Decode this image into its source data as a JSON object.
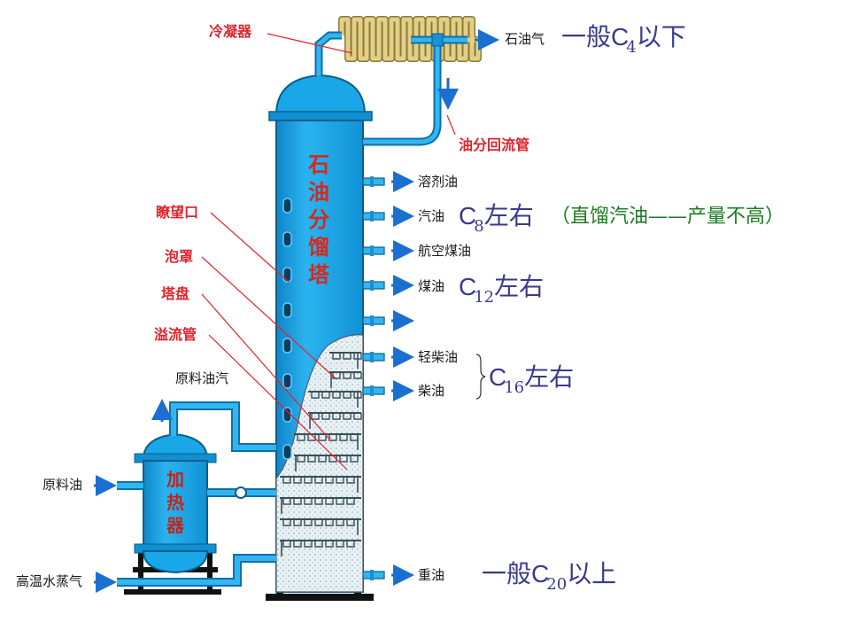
{
  "column": {
    "title_chars": [
      "石",
      "油",
      "分",
      "馏",
      "塔"
    ]
  },
  "heater": {
    "title_chars": [
      "加",
      "热",
      "器"
    ]
  },
  "part_labels": {
    "condenser": "冷凝器",
    "reflux_pipe": "油分回流管",
    "sight_glass": "瞭望口",
    "bubble_cap": "泡罩",
    "tray": "塔盘",
    "downcomer": "溢流管",
    "feed_vapor": "原料油汽",
    "crude_oil": "原料油",
    "steam": "高温水蒸气"
  },
  "products": [
    {
      "name": "石油气"
    },
    {
      "name": "溶剂油"
    },
    {
      "name": "汽油"
    },
    {
      "name": "航空煤油"
    },
    {
      "name": "煤油"
    },
    {
      "name": ""
    },
    {
      "name": "轻柴油"
    },
    {
      "name": "柴油"
    },
    {
      "name": "重油"
    }
  ],
  "annotations": {
    "gas": {
      "prefix": "一般",
      "c": "C",
      "sub": "4",
      "suffix": "以下"
    },
    "gasoline": {
      "c": "C",
      "sub": "8",
      "suffix": "左右"
    },
    "gasoline_note": "（直馏汽油——产量不高）",
    "kerosene": {
      "c": "C",
      "sub": "12",
      "suffix": "左右"
    },
    "diesel": {
      "c": "C",
      "sub": "16",
      "suffix": "左右"
    },
    "heavy": {
      "prefix": "一般",
      "c": "C",
      "sub": "20",
      "suffix": "以上"
    }
  },
  "colors": {
    "column_blue": "#1aa7e8",
    "pipe_blue": "#1c8fd6",
    "label_red": "#e0242a",
    "arrow_blue": "#1b6fd1",
    "condenser_tan": "#d9c37a",
    "annotation_text": "#3a3a8c",
    "note_green": "#1d7a22"
  }
}
